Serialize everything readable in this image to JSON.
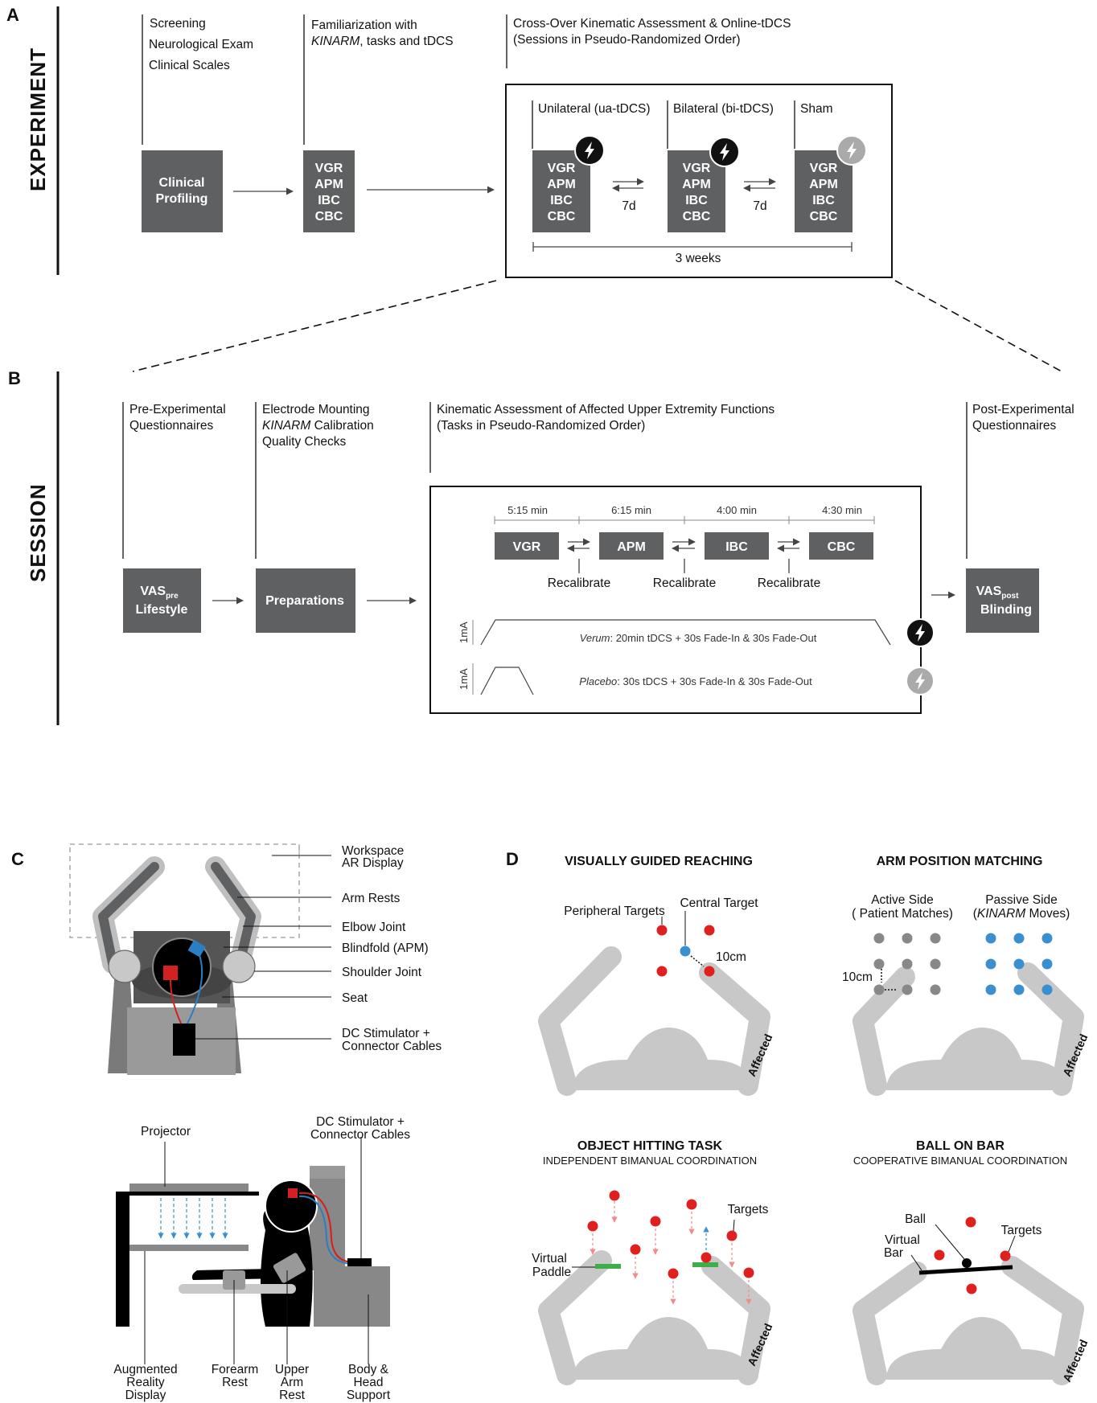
{
  "panels": {
    "a": "A",
    "b": "B",
    "c": "C",
    "d": "D"
  },
  "side_labels": {
    "experiment": "EXPERIMENT",
    "session": "SESSION"
  },
  "experiment": {
    "step1": [
      "Screening",
      "Neurological Exam",
      "Clinical Scales"
    ],
    "step2_line1": "Familiarization with",
    "step2_line2_italic": "KINARM",
    "step2_line2_rest": ", tasks and tDCS",
    "step3": [
      "Cross-Over Kinematic Assessment & Online-tDCS",
      "(Sessions in Pseudo-Randomized Order)"
    ],
    "clinical_box": [
      "Clinical",
      "Profiling"
    ],
    "tasks": [
      "VGR",
      "APM",
      "IBC",
      "CBC"
    ],
    "conditions": [
      "Unilateral (ua-tDCS)",
      "Bilateral (bi-tDCS)",
      "Sham"
    ],
    "washout": "7d",
    "duration": "3 weeks"
  },
  "session": {
    "step1": [
      "Pre-Experimental",
      "Questionnaires"
    ],
    "step2_line1": "Electrode Mounting",
    "step2_line2_italic": "KINARM",
    "step2_line2_rest": " Calibration",
    "step2_line3": "Quality Checks",
    "step3": [
      "Kinematic Assessment of Affected Upper Extremity Functions",
      "(Tasks in Pseudo-Randomized Order)"
    ],
    "step4": [
      "Post-Experimental",
      "Questionnaires"
    ],
    "vas_pre_main": "VAS",
    "vas_pre_sub": "pre",
    "vas_pre_line2": "Lifestyle",
    "preparations": "Preparations",
    "vas_post_main": "VAS",
    "vas_post_sub": "post",
    "vas_post_line2": "Blinding",
    "task_times": [
      "5:15 min",
      "6:15 min",
      "4:00 min",
      "4:30 min"
    ],
    "tasks": [
      "VGR",
      "APM",
      "IBC",
      "CBC"
    ],
    "recalibrate": "Recalibrate",
    "ma": "1mA",
    "verum_italic": "Verum",
    "verum_rest": ": 20min tDCS + 30s Fade-In & 30s Fade-Out",
    "placebo_italic": "Placebo",
    "placebo_rest": ": 30s tDCS + 30s Fade-In & 30s Fade-Out"
  },
  "setup_top": [
    "Workspace",
    "AR Display",
    "Arm Rests",
    "Elbow Joint",
    "Blindfold (APM)",
    "Shoulder Joint",
    "Seat",
    "DC Stimulator +",
    "Connector Cables"
  ],
  "setup_side": {
    "projector": "Projector",
    "dc": [
      "DC Stimulator +",
      "Connector Cables"
    ],
    "ar": [
      "Augmented",
      "Reality",
      "Display"
    ],
    "forearm": [
      "Forearm",
      "Rest"
    ],
    "upperarm": [
      "Upper",
      "Arm",
      "Rest"
    ],
    "body": [
      "Body &",
      "Head",
      "Support"
    ]
  },
  "tasks_d": {
    "vgr_title": "VISUALLY GUIDED REACHING",
    "vgr_peripheral": "Peripheral Targets",
    "vgr_central": "Central Target",
    "vgr_10cm": "10cm",
    "apm_title": "ARM POSITION MATCHING",
    "apm_active": [
      "Active Side",
      "( Patient Matches)"
    ],
    "apm_passive_line1": "Passive Side",
    "apm_passive_italic": "KINARM",
    "apm_passive_rest": " Moves)",
    "apm_10cm": "10cm",
    "obj_title": "OBJECT HITTING TASK",
    "obj_sub": "INDEPENDENT BIMANUAL COORDINATION",
    "obj_targets": "Targets",
    "obj_paddle": [
      "Virtual",
      "Paddle"
    ],
    "bob_title": "BALL ON BAR",
    "bob_sub": "COOPERATIVE BIMANUAL COORDINATION",
    "bob_ball": "Ball",
    "bob_bar": [
      "Virtual",
      "Bar"
    ],
    "bob_targets": "Targets",
    "affected": "Affected"
  },
  "colors": {
    "box": "#5f6062",
    "red": "#e0201f",
    "blue": "#3a8fd0",
    "green": "#3fae49",
    "grey": "#c8c8c8"
  }
}
